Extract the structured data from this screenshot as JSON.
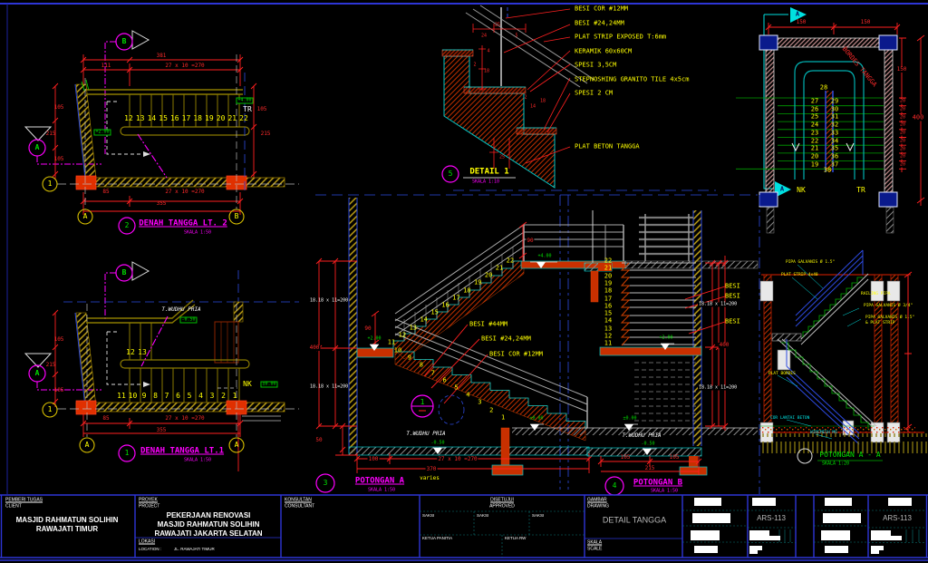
{
  "lt2": {
    "marker_top": "B",
    "marker_left": "A",
    "grid_1": "1",
    "grid_a": "A",
    "grid_b": "B",
    "dim_total": "381",
    "dim_111": "111",
    "dim_tread_top": "27 x 10 =270",
    "dims_left": [
      "105",
      "215",
      "105"
    ],
    "dim_right_105": "105",
    "dim_right_215": "215",
    "level_top": "+4.00",
    "label_tr": "TR",
    "level_mid": "+2.00",
    "steps": [
      "12",
      "13",
      "14",
      "15",
      "16",
      "17",
      "18",
      "19",
      "20",
      "21",
      "22"
    ],
    "dim_85": "85",
    "dim_tread_bottom": "27 x 10 =270",
    "dim_355": "355",
    "bubble": "2",
    "title": "DENAH TANGGA LT. 2",
    "scale": "SKALA 1:50"
  },
  "lt1": {
    "marker_top": "B",
    "marker_left": "A",
    "grid_1": "1",
    "grid_a": "A",
    "grid_b": "A",
    "dims_left": [
      "105",
      "215",
      "105"
    ],
    "label_wudhu": "T.WUDHU PRIA",
    "level_wudhu": "-0.50",
    "label_nk": "NK",
    "level_nk": "±0.00",
    "steps_upper": [
      "12",
      "13"
    ],
    "steps": [
      "11",
      "10",
      "9",
      "8",
      "7",
      "6",
      "5",
      "4",
      "3",
      "2",
      "1"
    ],
    "dim_85": "85",
    "dim_tread_bottom": "27 x 10 =270",
    "dim_355": "355",
    "bubble": "1",
    "title": "DENAH TANGGA LT.1",
    "scale": "SKALA 1:50"
  },
  "detail1": {
    "annotations": [
      "BESI COR #12MM",
      "BESI #24,24MM",
      "PLAT STRIP EXPOSED T:6mm",
      "KERAMIK 60x60CM",
      "SPESI 3,5CM",
      "STEPNOSHING GRANITO TILE 4x5cm",
      "SPESI 2 CM"
    ],
    "annotation_plat": "PLAT BETON TANGGA",
    "small_dims": [
      "25",
      "24",
      "5",
      "4",
      "2",
      "18",
      "2",
      "14",
      "18",
      "25"
    ],
    "bubble": "5",
    "title": "DETAIL 1",
    "scale": "SKALA 1:10"
  },
  "bordes": {
    "marker_top": "A",
    "marker_bottom": "A",
    "label": "BORDES TANGGA",
    "dim_150_a": "150",
    "dim_150_b": "150",
    "dim_150_right": "150",
    "dims_20": [
      "20",
      "20",
      "20",
      "20",
      "20",
      "20",
      "20",
      "20",
      "20"
    ],
    "dim_400": "400",
    "steps_left": [
      "27",
      "26",
      "25",
      "24",
      "23",
      "22",
      "21",
      "20",
      "19"
    ],
    "step_28": "28",
    "step_38": "38",
    "steps_right": [
      "29",
      "30",
      "31",
      "32",
      "33",
      "34",
      "35",
      "36",
      "37"
    ],
    "label_nk": "NK",
    "label_tr": "TR"
  },
  "potongan_a": {
    "steps_upper": [
      "11",
      "12",
      "13",
      "14",
      "15",
      "16",
      "17",
      "18",
      "19",
      "20",
      "21",
      "22"
    ],
    "steps_lower": [
      "10",
      "9",
      "8",
      "7",
      "6",
      "5",
      "4",
      "3",
      "2",
      "1"
    ],
    "dim_90_top": "90",
    "dim_90_landing": "90",
    "riser_upper": "18.18 x 11=200",
    "riser_lower": "18.18 x 11=200",
    "dim_400": "400",
    "dim_50": "50",
    "level_400": "+4.00",
    "level_200": "+2.00",
    "level_0": "±0.00",
    "label_wudhu": "T.WUDHU PRIA",
    "level_wudhu": "-0.50",
    "besi_1": "BESI #44MM",
    "besi_2": "BESI #24,24MM",
    "besi_3": "BESI COR #12MM",
    "detail_ref": "1",
    "dim_100": "100",
    "dim_tread": "27 x 10 =270",
    "dim_370": "370",
    "dim_varies": "varies",
    "bubble": "3",
    "title": "POTONGAN A",
    "scale": "SKALA 1:50"
  },
  "potongan_b": {
    "steps": [
      "22",
      "21",
      "20",
      "19",
      "18",
      "17",
      "16",
      "15",
      "14",
      "13",
      "12",
      "11"
    ],
    "besi": [
      "BESI",
      "BESI",
      "BESI"
    ],
    "riser_upper": "18.18 x 11=200",
    "riser_lower": "18.18 x 11=200",
    "dim_400": "400",
    "level_200": "+2.00",
    "level_0": "±0.00",
    "label_wudhu": "T.WUDHU PRIA",
    "level_wudhu": "-0.50",
    "dim_105_a": "105",
    "dim_105_b": "105",
    "dim_215": "215",
    "bubble": "4",
    "title": "POTONGAN B",
    "scale": "SKALA 1:50"
  },
  "potongan_aa": {
    "annotations": [
      "PIPA GALVANIS Ø 1.5\"",
      "PLAT STRIP 4x40",
      "RAILING PIPA",
      "PIPA GALVANIS Ø 3/4\"",
      "PIPA GALVANIS Ø 1.5\"",
      "& PLAT STRIP",
      "PLAT BORDES"
    ],
    "annotations_cyan": [
      "COR LANTAI BETON",
      "WIREMESH M6"
    ],
    "title": "POTONGAN A - A",
    "scale": "SKALA 1:20"
  },
  "titleblock": {
    "client_label": "PEMBERI TUGAS",
    "client_label_en": "CLIENT",
    "client_line1": "MASJID RAHMATUN SOLIHIN",
    "client_line2": "RAWAJATI TIMUR",
    "project_label": "PROYEK",
    "project_label_en": "PROJECT",
    "project_line1": "PEKERJAAN RENOVASI",
    "project_line2": "MASJID RAHMATUN SOLIHIN",
    "project_line3": "RAWAJATI JAKARTA SELATAN",
    "location_label": "LOKASI",
    "location_label_en": "LOCATION :",
    "location_value": "JL. RAWAJATI TIMUR",
    "consultant_label": "KONSULTAN",
    "consultant_label_en": "CONSULTANT",
    "approved_label": "DISETUJUI",
    "approved_label_en": "APPROVED",
    "saksi_1": "SAKSI",
    "saksi_2": "SAKSI",
    "saksi_3": "SAKSI",
    "ketua_panitia": "KETUA PANITIA",
    "ketua_rw": "KETUA RW",
    "drawing_label": "GAMBAR",
    "drawing_label_en": "DRAWING",
    "drawing_title": "DETAIL TANGGA",
    "scale_label": "SKALA",
    "scale_label_en": "SCALE",
    "sheet_number": "ARS-113",
    "sheet_number_2": "ARS-113"
  },
  "colors": {
    "red": "#ff2a2a",
    "yellow": "#ffff00",
    "cyan": "#00e5e5",
    "green": "#00e000",
    "magenta": "#ff00ff",
    "blue": "#2d4ae0",
    "olive": "#9a8a00",
    "white": "#ffffff"
  }
}
